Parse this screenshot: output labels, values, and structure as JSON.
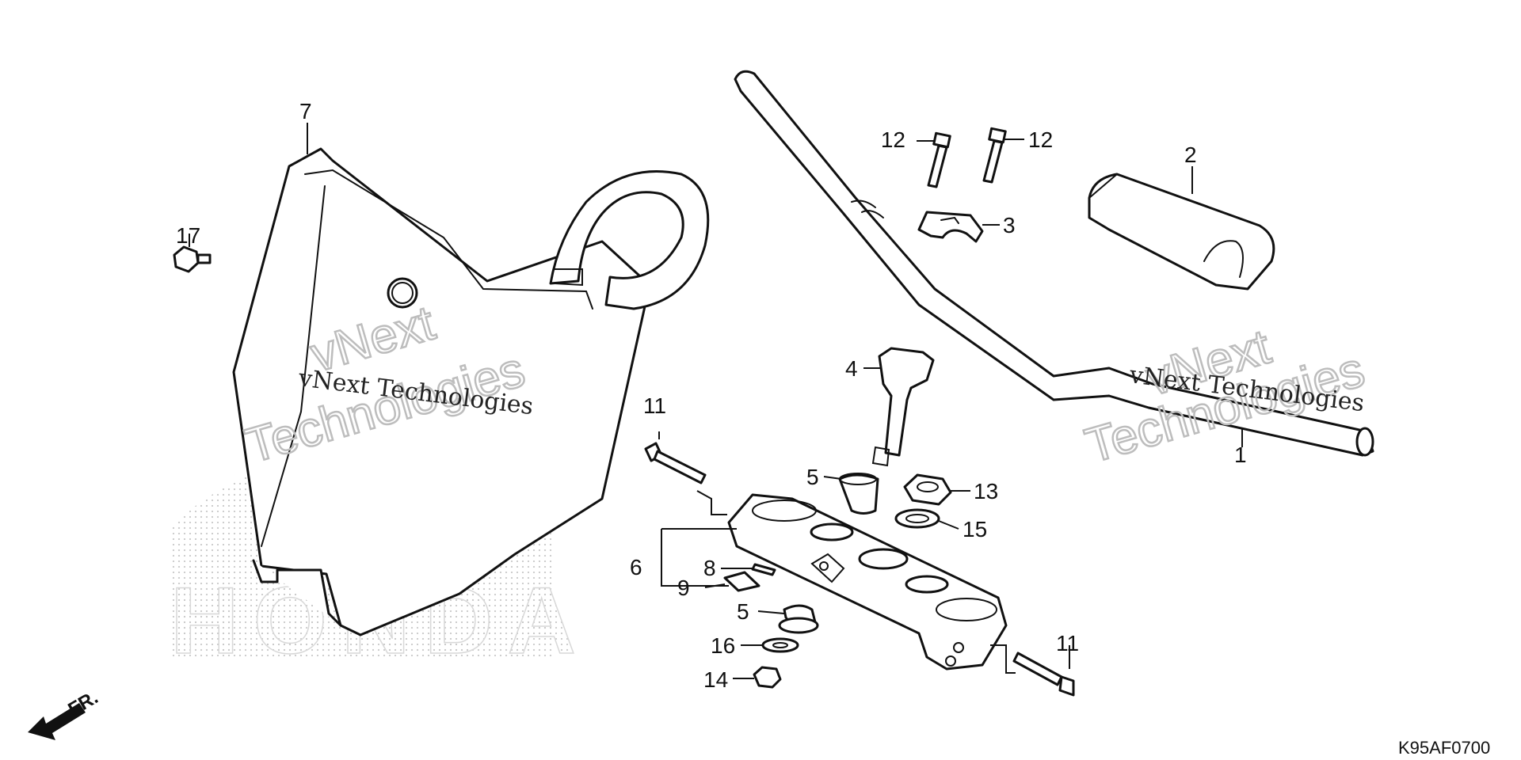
{
  "diagram": {
    "callouts": {
      "c1": "1",
      "c2": "2",
      "c3": "3",
      "c4": "4",
      "c5a": "5",
      "c5b": "5",
      "c6": "6",
      "c7": "7",
      "c8": "8",
      "c9": "9",
      "c11a": "11",
      "c11b": "11",
      "c12a": "12",
      "c12b": "12",
      "c13": "13",
      "c14": "14",
      "c15": "15",
      "c16": "16",
      "c17": "17"
    },
    "diagram_code": "K95AF0700",
    "front_indicator": "FR.",
    "watermark": {
      "line1": "vNext",
      "line2": "Technologies",
      "inline": "vNext Technologies",
      "brand": "HONDA"
    }
  }
}
